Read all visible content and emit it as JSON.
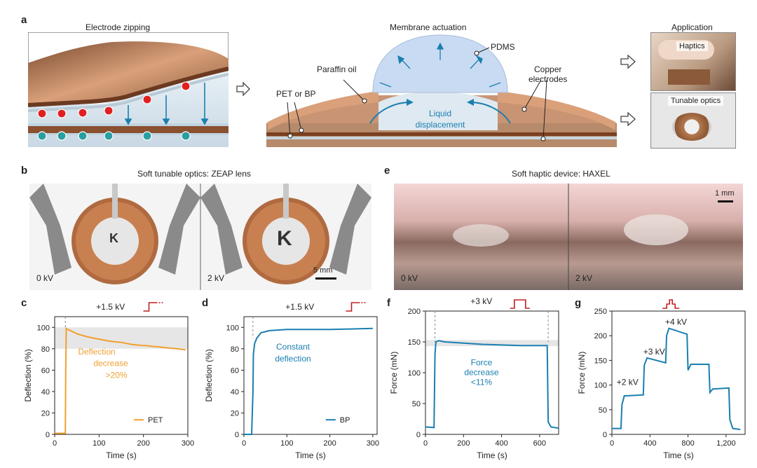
{
  "panel_labels": {
    "a": "a",
    "b": "b",
    "c": "c",
    "d": "d",
    "e": "e",
    "f": "f",
    "g": "g"
  },
  "panel_a": {
    "left_title": "Electrode zipping",
    "mid_title": "Membrane actuation",
    "right_title": "Application",
    "label_paraffin": "Paraffin oil",
    "label_pdms": "PDMS",
    "label_copper": "Copper\nelectrodes",
    "label_copper_l1": "Copper",
    "label_copper_l2": "electrodes",
    "label_pet_bp": "PET or BP",
    "label_liquid_l1": "Liquid",
    "label_liquid_l2": "displacement",
    "app1": "Haptics",
    "app2": "Tunable optics"
  },
  "panel_b": {
    "title": "Soft tunable optics: ZEAP lens",
    "left_volt": "0 kV",
    "right_volt": "2 kV",
    "scale": "5 mm",
    "lens_letter": "K"
  },
  "panel_e": {
    "title": "Soft haptic device: HAXEL",
    "left_volt": "0 kV",
    "right_volt": "2 kV",
    "scale": "1 mm"
  },
  "chart_data": [
    {
      "id": "c",
      "type": "line",
      "title": "+1.5 kV",
      "xlabel": "Time (s)",
      "ylabel": "Deflection (%)",
      "xlim": [
        0,
        300
      ],
      "ylim": [
        0,
        110
      ],
      "xticks": [
        0,
        100,
        200,
        300
      ],
      "yticks": [
        0,
        20,
        40,
        60,
        80,
        100
      ],
      "shaded_band": [
        80,
        100
      ],
      "annotation": [
        "Deflection",
        "decrease",
        ">20%"
      ],
      "color": "#f0a030",
      "series": [
        {
          "name": "PET",
          "x": [
            0,
            20,
            24,
            25,
            26,
            30,
            50,
            75,
            100,
            125,
            150,
            175,
            200,
            205,
            225,
            230,
            250,
            275,
            295
          ],
          "y": [
            1,
            1,
            1,
            60,
            99,
            98,
            94,
            91,
            89,
            87,
            86,
            84,
            83,
            83,
            82,
            82,
            81,
            80,
            79
          ]
        }
      ]
    },
    {
      "id": "d",
      "type": "line",
      "title": "+1.5 kV",
      "xlabel": "Time (s)",
      "ylabel": "Deflection (%)",
      "xlim": [
        0,
        310
      ],
      "ylim": [
        0,
        110
      ],
      "xticks": [
        0,
        100,
        200,
        300
      ],
      "yticks": [
        0,
        20,
        40,
        60,
        80,
        100
      ],
      "annotation": [
        "Constant",
        "deflection"
      ],
      "color": "#1a7fb0",
      "series": [
        {
          "name": "BP",
          "x": [
            0,
            18,
            21,
            22,
            25,
            30,
            40,
            60,
            100,
            200,
            300
          ],
          "y": [
            0,
            0,
            40,
            75,
            85,
            90,
            95,
            97,
            98,
            98,
            99
          ]
        }
      ]
    },
    {
      "id": "f",
      "type": "line",
      "title": "+3 kV",
      "xlabel": "Time (s)",
      "ylabel": "Force (mN)",
      "xlim": [
        0,
        700
      ],
      "ylim": [
        0,
        200
      ],
      "xticks": [
        0,
        200,
        400,
        600
      ],
      "yticks": [
        0,
        50,
        100,
        150,
        200
      ],
      "shaded_band": [
        143,
        153
      ],
      "annotation": [
        "Force",
        "decrease",
        "<11%"
      ],
      "color": "#1a7fb0",
      "series": [
        {
          "name": "force",
          "x": [
            0,
            45,
            50,
            55,
            70,
            100,
            200,
            300,
            400,
            500,
            600,
            640,
            645,
            660,
            700
          ],
          "y": [
            12,
            11,
            130,
            150,
            152,
            150,
            148,
            146,
            145,
            144,
            144,
            144,
            20,
            12,
            10
          ]
        }
      ]
    },
    {
      "id": "g",
      "type": "line",
      "xlabel": "Time (s)",
      "ylabel": "Force (mN)",
      "xlim": [
        0,
        1400
      ],
      "ylim": [
        0,
        250
      ],
      "xticks": [
        0,
        400,
        800,
        1200
      ],
      "xtick_labels": [
        "0",
        "400",
        "800",
        "1,200"
      ],
      "yticks": [
        0,
        50,
        100,
        150,
        200,
        250
      ],
      "step_labels": [
        "+2 kV",
        "+3 kV",
        "+4 kV"
      ],
      "color": "#1a7fb0",
      "series": [
        {
          "name": "force",
          "x": [
            0,
            95,
            105,
            130,
            330,
            340,
            370,
            565,
            575,
            600,
            790,
            800,
            830,
            1020,
            1030,
            1060,
            1230,
            1240,
            1270,
            1350
          ],
          "y": [
            12,
            12,
            60,
            78,
            80,
            140,
            155,
            145,
            200,
            215,
            203,
            130,
            142,
            142,
            85,
            92,
            94,
            30,
            12,
            10
          ]
        }
      ]
    }
  ]
}
